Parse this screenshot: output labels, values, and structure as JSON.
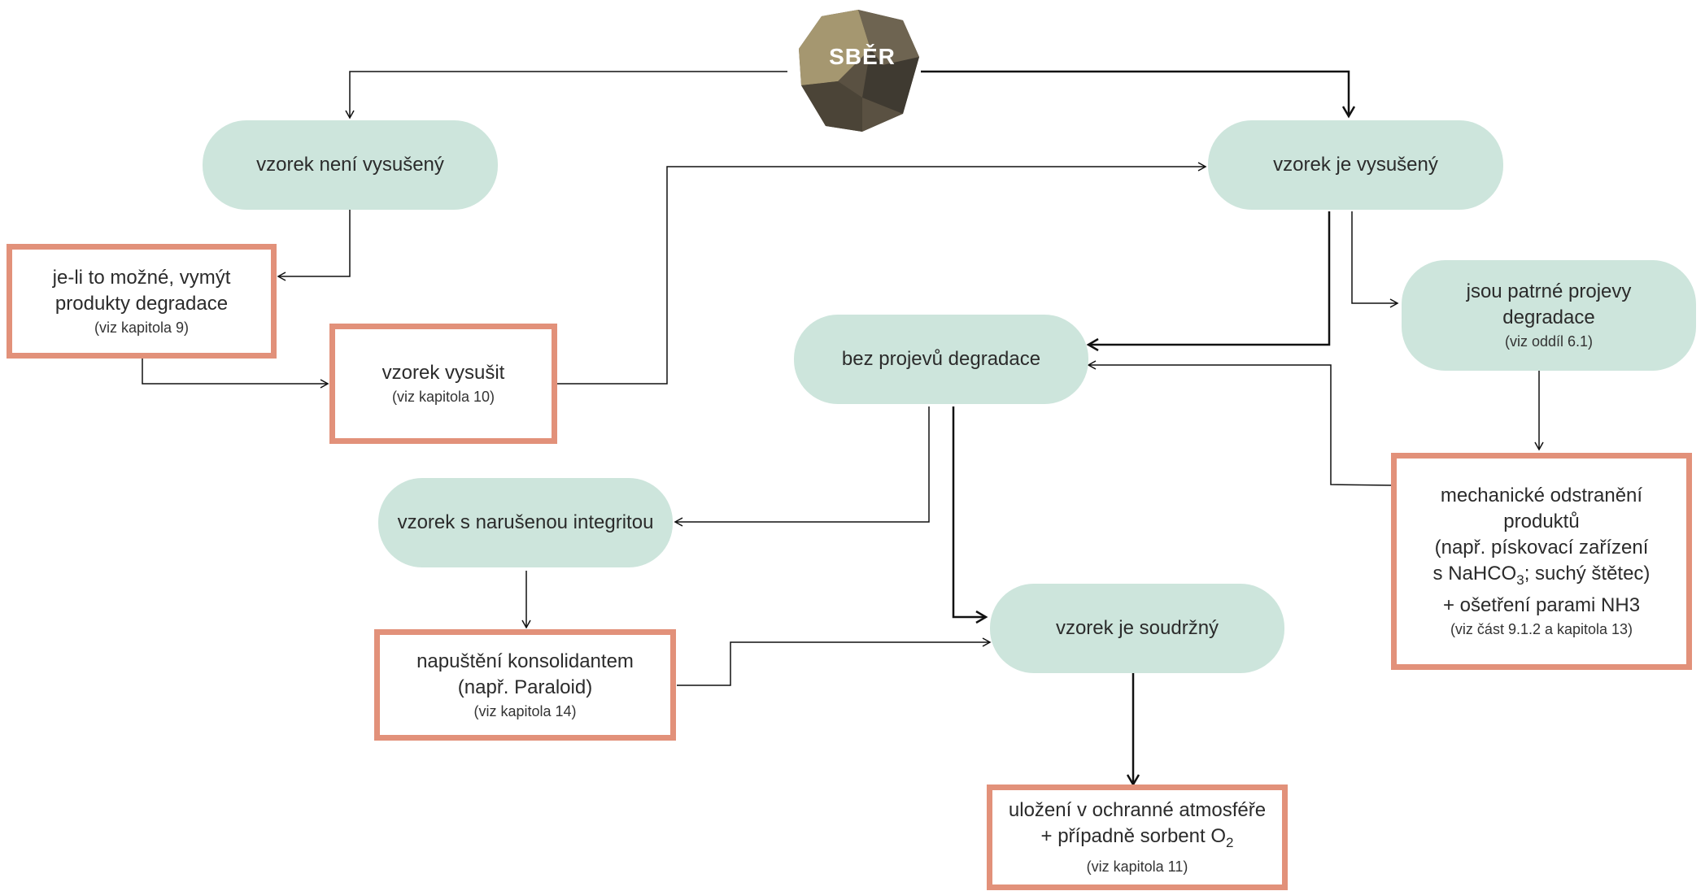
{
  "start": {
    "label": "SBĚR"
  },
  "nodes": {
    "not_dried": {
      "label": "vzorek není vysušený"
    },
    "dried": {
      "label": "vzorek je vysušený"
    },
    "wash": {
      "label": "je-li to možné, vymýt produkty degradace",
      "ref": "(viz kapitola 9)"
    },
    "dry": {
      "label": "vzorek vysušit",
      "ref": "(viz kapitola 10)"
    },
    "no_degradation": {
      "label": "bez projevů degradace"
    },
    "visible_degradation": {
      "label": "jsou patrné projevy degradace",
      "ref": "(viz oddíl 6.1)"
    },
    "mechanical": {
      "line1": "mechanické odstranění",
      "line2": "produktů",
      "line3": "(např. pískovací zařízení",
      "line4_prefix": "s NaHCO",
      "line4_sub": "3",
      "line4_suffix": "; suchý štětec)",
      "line5": "+ ošetření parami NH3",
      "ref": "(viz část 9.1.2 a kapitola 13)"
    },
    "disrupted": {
      "label": "vzorek s narušenou integritou"
    },
    "consolidation": {
      "line1": "napuštění konsolidantem",
      "line2": "(např. Paraloid)",
      "ref": "(viz kapitola 14)"
    },
    "coherent": {
      "label": "vzorek je soudržný"
    },
    "storage": {
      "line1": "uložení v ochranné atmosféře",
      "line2_prefix": "+ případně sorbent O",
      "line2_sub": "2",
      "ref": "(viz kapitola 11)"
    }
  },
  "colors": {
    "pill": "#cde5dc",
    "box_border": "#e2917a",
    "line": "#111111"
  },
  "icons": {
    "start": "rock-icon"
  }
}
